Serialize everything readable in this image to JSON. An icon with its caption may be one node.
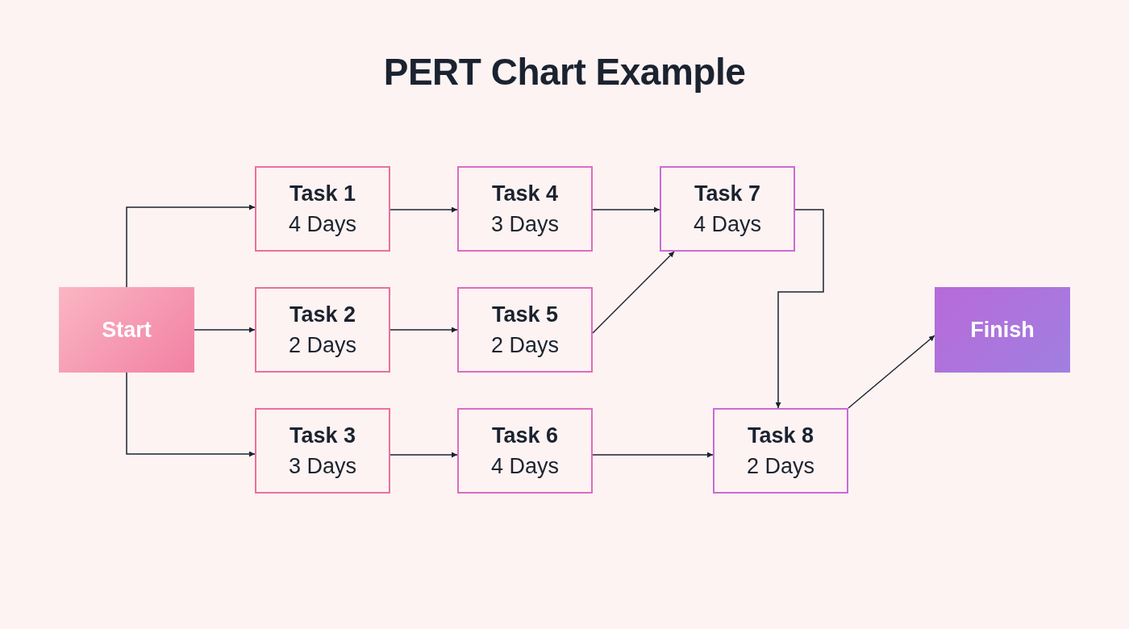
{
  "diagram": {
    "title": "PERT Chart Example",
    "nodes": [
      {
        "text": [
          "Start"
        ]
      },
      {
        "text": [
          "Task 1",
          "4 Days"
        ]
      },
      {
        "text": [
          "Task 2",
          "2 Days"
        ]
      },
      {
        "text": [
          "Task 3",
          "3 Days"
        ]
      },
      {
        "text": [
          "Task 4",
          "3 Days"
        ]
      },
      {
        "text": [
          "Task 5",
          "2 Days"
        ]
      },
      {
        "text": [
          "Task 6",
          "4 Days"
        ]
      },
      {
        "text": [
          "Task 7",
          "4 Days"
        ]
      },
      {
        "text": [
          "Task 8",
          "2 Days"
        ]
      },
      {
        "text": [
          "Finish"
        ]
      }
    ],
    "edges": [
      {
        "from": 0,
        "to": 1,
        "arrow": "to"
      },
      {
        "from": 0,
        "to": 2,
        "arrow": "to"
      },
      {
        "from": 0,
        "to": 3,
        "arrow": "to"
      },
      {
        "from": 1,
        "to": 4,
        "arrow": "to"
      },
      {
        "from": 2,
        "to": 5,
        "arrow": "to"
      },
      {
        "from": 3,
        "to": 6,
        "arrow": "to"
      },
      {
        "from": 4,
        "to": 7,
        "arrow": "to"
      },
      {
        "from": 5,
        "to": 7,
        "arrow": "to"
      },
      {
        "from": 7,
        "to": 8,
        "arrow": "to"
      },
      {
        "from": 6,
        "to": 8,
        "arrow": "to"
      },
      {
        "from": 8,
        "to": 9,
        "arrow": "to"
      }
    ]
  }
}
